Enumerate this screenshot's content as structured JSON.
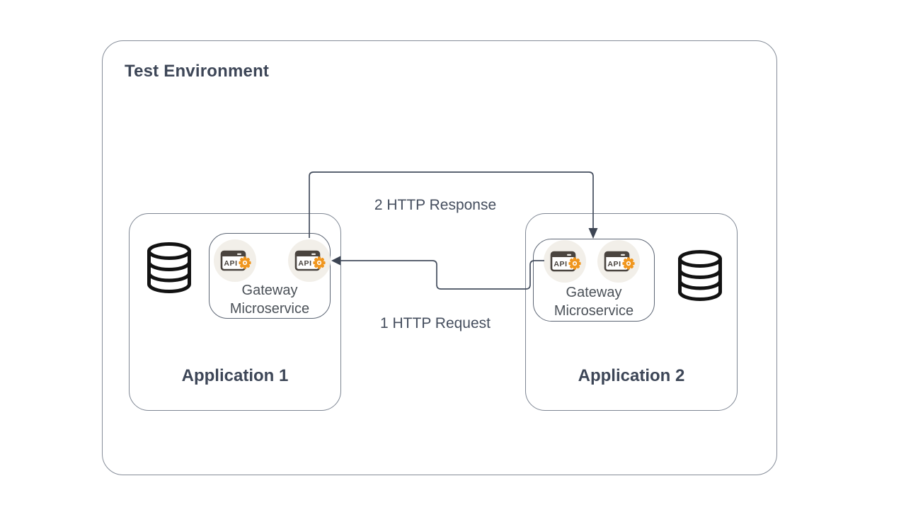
{
  "environment": {
    "title": "Test Environment"
  },
  "applications": [
    {
      "name": "Application 1",
      "gateway": {
        "label": "Gateway Microservice",
        "api_icon_count": 2
      },
      "database_icon": "database-cylinder-icon"
    },
    {
      "name": "Application 2",
      "gateway": {
        "label": "Gateway Microservice",
        "api_icon_count": 2
      },
      "database_icon": "database-cylinder-icon"
    }
  ],
  "connections": [
    {
      "order": "1",
      "label": "1 HTTP Request",
      "from": "Application 2 gateway",
      "to": "Application 1 gateway"
    },
    {
      "order": "2",
      "label": "2 HTTP Response",
      "from": "Application 1 gateway",
      "to": "Application 2 gateway"
    }
  ],
  "icons": {
    "api": "api-browser-gear-icon",
    "database": "database-cylinder-icon"
  },
  "colors": {
    "background": "#ffffff",
    "box_border": "#868d99",
    "gateway_border": "#5c6574",
    "arrow": "#454e5e",
    "heading_text": "#3d4657",
    "body_text": "#4b5158",
    "api_circle_bg": "#f2efe9",
    "api_window": "#4a443f",
    "api_gear_orange": "#f0961e",
    "database_stroke": "#121212"
  }
}
